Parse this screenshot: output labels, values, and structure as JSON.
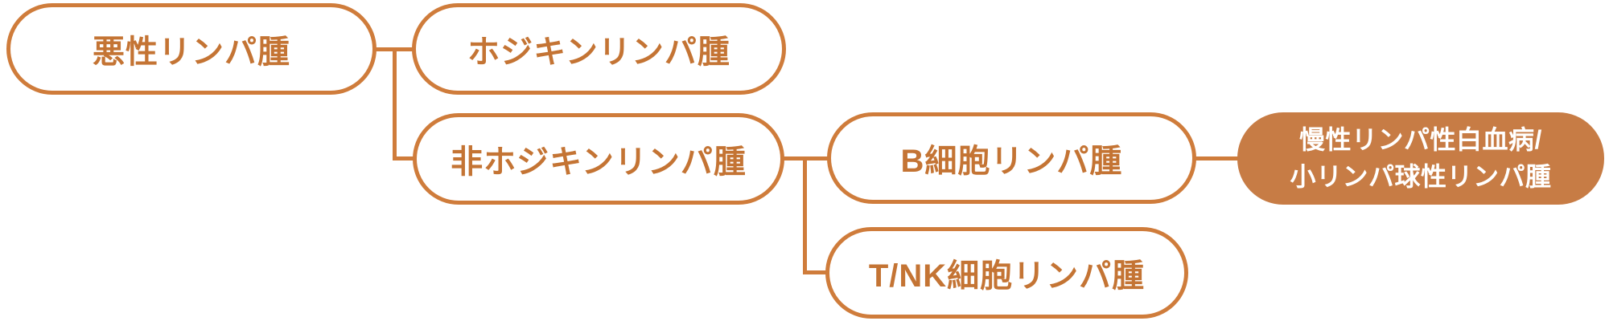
{
  "diagram": {
    "type": "tree",
    "accent_border_color": "#CF7C3B",
    "accent_text_color": "#C47434",
    "filled_node_color": "#C77C45",
    "filled_node_text_color": "#FFFFFF",
    "background_color": "#FFFFFF",
    "nodes": {
      "root": {
        "label": "悪性リンパ腫"
      },
      "hodgkin": {
        "label": "ホジキンリンパ腫"
      },
      "non_hodgkin": {
        "label": "非ホジキンリンパ腫"
      },
      "b_cell": {
        "label": "B細胞リンパ腫"
      },
      "t_nk_cell": {
        "label": "T/NK細胞リンパ腫"
      },
      "cll_sll": {
        "label_line1": "慢性リンパ性白血病/",
        "label_line2": "小リンパ球性リンパ腫"
      }
    },
    "edges": [
      {
        "from": "root",
        "to": "hodgkin"
      },
      {
        "from": "root",
        "to": "non_hodgkin"
      },
      {
        "from": "non_hodgkin",
        "to": "b_cell"
      },
      {
        "from": "non_hodgkin",
        "to": "t_nk_cell"
      },
      {
        "from": "b_cell",
        "to": "cll_sll"
      }
    ]
  }
}
